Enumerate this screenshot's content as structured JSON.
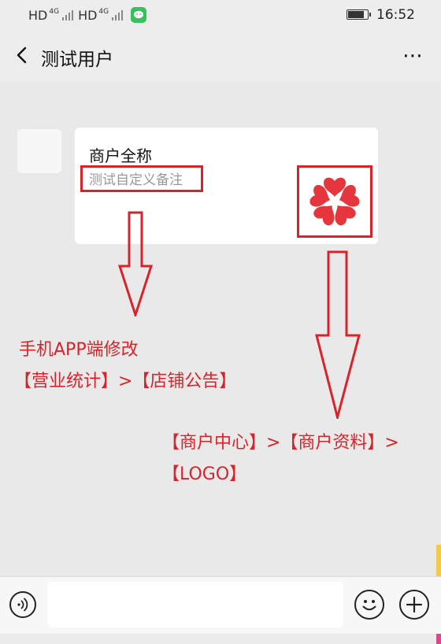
{
  "status_bar": {
    "carrier1": "HD",
    "net1": "4G",
    "carrier2": "HD",
    "net2": "4G",
    "time": "16:52",
    "battery_level": 0.85
  },
  "header": {
    "title": "测试用户",
    "more_label": "⋯"
  },
  "card": {
    "title": "商户全称",
    "remark": "测试自定义备注"
  },
  "annotations": {
    "left_line1": "手机APP端修改",
    "left_line2": "【营业统计】>【店铺公告】",
    "right_line1": "【商户中心】>【商户资料】>",
    "right_line2": "【LOGO】"
  },
  "input_bar": {
    "placeholder": ""
  },
  "colors": {
    "annotation_red": "#d9232a",
    "logo_red": "#e4363c",
    "side_tab_yellow": "#f2c94c",
    "side_tab_blue": "#5aa0d8",
    "side_tab_pink": "#d94a86"
  }
}
